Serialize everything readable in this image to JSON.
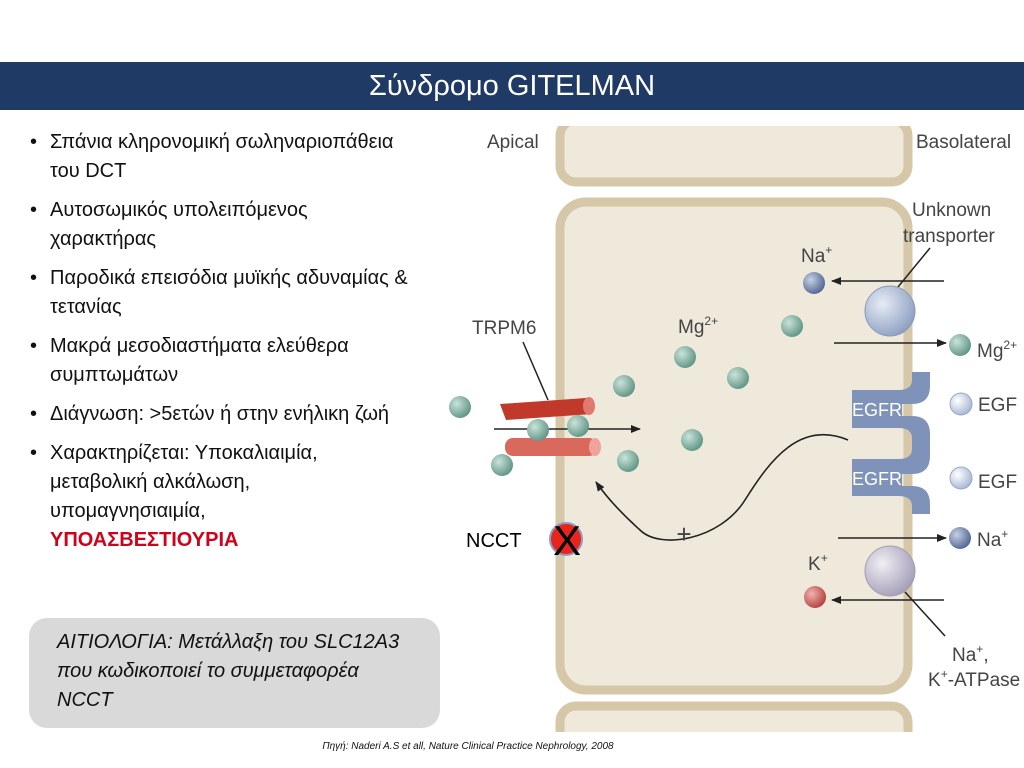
{
  "title": "Σύνδρομο GITELMAN",
  "bullets": [
    "Σπάνια κληρονομική σωληναριοπάθεια του DCT",
    "Αυτοσωμικός υπολειπόμενος χαρακτήρας",
    "Παροδικά επεισόδια μυϊκής αδυναμίας & τετανίας",
    "Μακρά μεσοδιαστήματα ελεύθερα συμπτωμάτων",
    "Διάγνωση: >5ετών ή στην ενήλικη ζωή",
    "Χαρακτηρίζεται: Υποκαλιαιμία, μεταβολική αλκάλωση, υπομαγνησιαιμία,"
  ],
  "bullet_accent": "ΥΠΟΑΣΒΕΣΤΙΟΥΡΙΑ",
  "cause_box": "ΑΙΤΙΟΛΟΓΙΑ: Μετάλλαξη του SLC12A3 που κωδικοποιεί το συμμεταφορέα NCCT",
  "source": "Πηγή: Naderi A.S et all, Nature Clinical Practice Nephrology, 2008",
  "diagram": {
    "apical": "Apical",
    "basolateral": "Basolateral",
    "unknown_transporter_1": "Unknown",
    "unknown_transporter_2": "transporter",
    "trpm6": "TRPM6",
    "na_top": "Na",
    "mg_inside": "Mg",
    "mg_right": "Mg",
    "charge_2plus": "2+",
    "charge_plus": "+",
    "egfr": "EGFR",
    "egf": "EGF",
    "na_right": "Na",
    "k_left": "K",
    "plus_sign": "+",
    "atpase_1": "Na",
    "atpase_2": "K",
    "atpase_3": "-ATPase",
    "atpase_comma": ",",
    "x_mark": "X"
  },
  "ncct": "NCCT",
  "colors": {
    "title_bar": "#1f3a64",
    "accent_red": "#d0021b",
    "box_gray": "#d9d9d9",
    "cell": "#efe9dc",
    "membrane": "#d6c7a8",
    "mg_ion": "#6f9f90",
    "na_ion": "#6a7c9e",
    "k_ion": "#c0504d",
    "egfr": "#7f93ba"
  }
}
